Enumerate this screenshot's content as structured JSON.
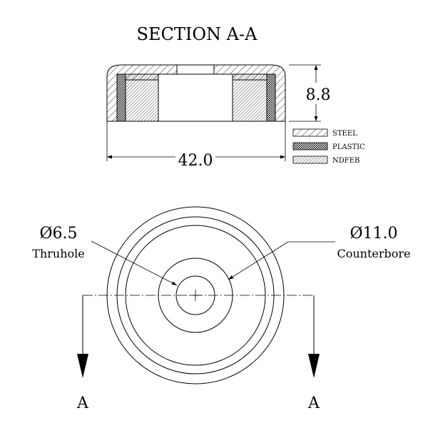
{
  "section": {
    "title": "SECTION A-A",
    "height_dim": "8.8",
    "width_dim": "42.0"
  },
  "legend": [
    {
      "label": "STEEL",
      "pattern": "steel"
    },
    {
      "label": "PLASTIC",
      "pattern": "plastic"
    },
    {
      "label": "NDFEB",
      "pattern": "ndfeb"
    }
  ],
  "plan": {
    "thruhole_dia": "Ø6.5",
    "thruhole_label": "Thruhole",
    "counterbore_dia": "Ø11.0",
    "counterbore_label": "Counterbore",
    "section_marker_left": "A",
    "section_marker_right": "A"
  },
  "colors": {
    "line": "#000000",
    "background": "#ffffff"
  }
}
